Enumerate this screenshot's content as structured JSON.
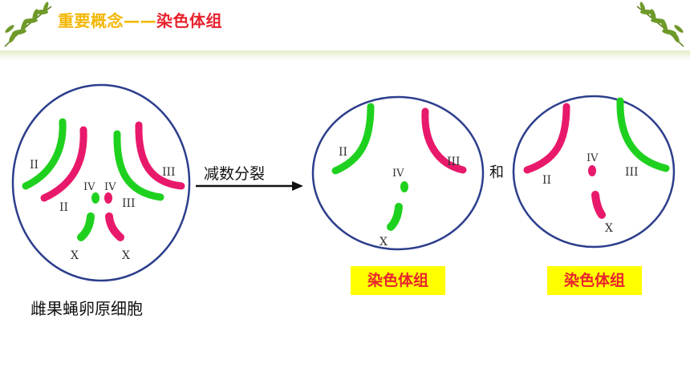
{
  "header": {
    "title_main": "重要概念——",
    "title_accent": "染色体组"
  },
  "diagram": {
    "arrow_label": "减数分裂",
    "and_label": "和",
    "caption": "雌果蝇卵原细胞",
    "result_tag_1": "染色体组",
    "result_tag_2": "染色体组",
    "chromosome_labels": {
      "ii": "II",
      "iii": "III",
      "iv": "IV",
      "x": "X"
    },
    "colors": {
      "green": "#1fd11f",
      "pink": "#e8196b",
      "circle_stroke": "#2c3e8c",
      "title_gold": "#f2b705",
      "title_red": "#e8232e",
      "tag_bg": "#ffff00"
    }
  },
  "icons": [
    "leaf-sprig-icon-left",
    "leaf-sprig-icon-right"
  ]
}
